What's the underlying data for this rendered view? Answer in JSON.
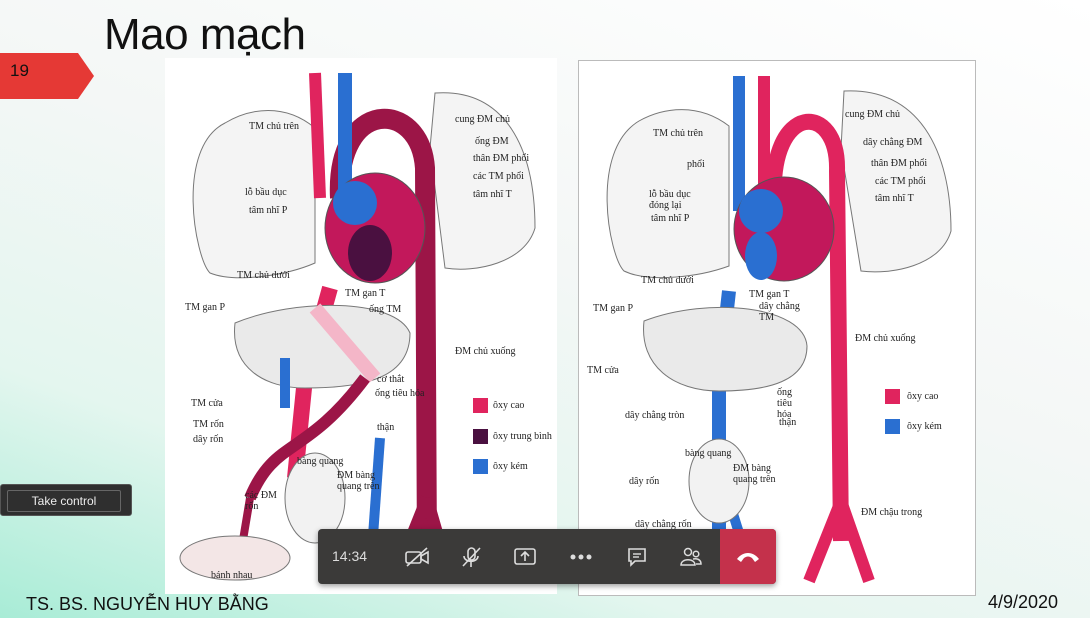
{
  "slide": {
    "title": "Mao mạch",
    "page_number": "19",
    "author": "TS. BS. NGUYỄN HUY BẰNG",
    "date": "4/9/2020"
  },
  "left_figure": {
    "labels": [
      "TM chủ trên",
      "cung ĐM chủ",
      "ống ĐM",
      "thân ĐM phổi",
      "các TM phổi",
      "lỗ bầu dục",
      "tâm nhĩ P",
      "tâm nhĩ T",
      "TM chủ dưới",
      "TM gan T",
      "ống TM",
      "TM gan P",
      "ĐM chủ xuống",
      "cơ thắt",
      "ống tiêu hóa",
      "TM cửa",
      "TM rốn",
      "thận",
      "dây rốn",
      "bàng quang",
      "ĐM bàng quang trên",
      "các ĐM rốn",
      "bánh nhau"
    ],
    "legend": [
      {
        "label": "ôxy cao",
        "color": "#e0245e"
      },
      {
        "label": "ôxy trung bình",
        "color": "#4a1040"
      },
      {
        "label": "ôxy kém",
        "color": "#2a6fd1"
      }
    ]
  },
  "right_figure": {
    "labels": [
      "TM chủ trên",
      "cung ĐM chủ",
      "dây chằng ĐM",
      "phổi",
      "thân ĐM phổi",
      "các TM phổi",
      "lỗ bầu dục đóng lại",
      "tâm nhĩ T",
      "tâm nhĩ P",
      "TM chủ dưới",
      "TM gan T",
      "dây chằng TM",
      "TM gan P",
      "ĐM chủ xuống",
      "TM cửa",
      "ống tiêu hóa",
      "dây chằng tròn",
      "thận",
      "bàng quang",
      "dây rốn",
      "ĐM bàng quang trên",
      "dây chằng rốn giữa",
      "ĐM chậu trong"
    ],
    "legend": [
      {
        "label": "ôxy cao",
        "color": "#e0245e"
      },
      {
        "label": "ôxy kém",
        "color": "#2a6fd1"
      }
    ]
  },
  "take_control": {
    "label": "Take control"
  },
  "meeting_bar": {
    "time": "14:34",
    "icons": [
      "camera-off-icon",
      "mic-off-icon",
      "share-screen-icon",
      "more-icon",
      "chat-icon",
      "participants-icon",
      "hang-up-icon"
    ]
  },
  "colors": {
    "accent_tab": "#e53935",
    "meeting_bar": "#3b3a39",
    "hang_up": "#c4314b"
  }
}
